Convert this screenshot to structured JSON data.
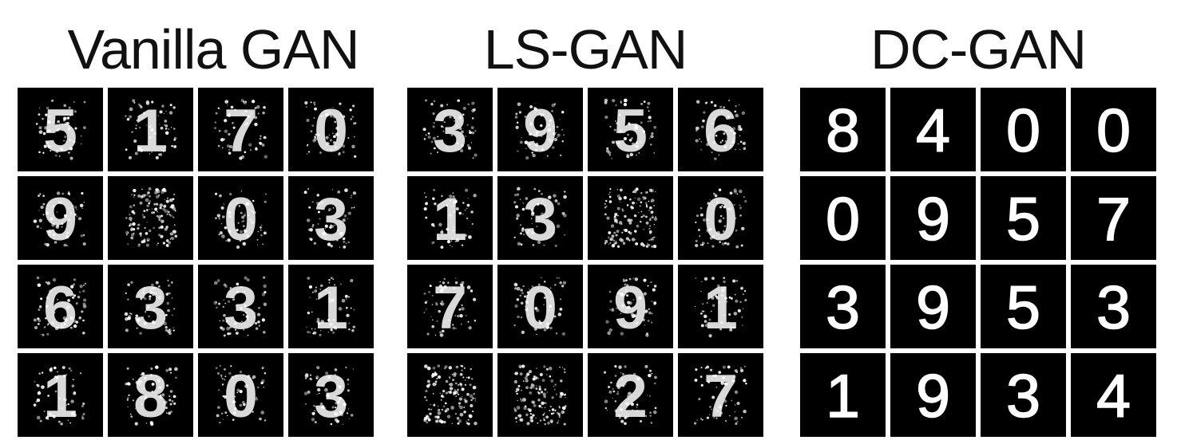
{
  "panels": [
    {
      "title": "Vanilla GAN",
      "style": "noisy",
      "samples": [
        "5",
        "1",
        "7",
        "0",
        "9",
        "",
        "0",
        "3",
        "6",
        "3",
        "3",
        "1",
        "1",
        "8",
        "0",
        "3"
      ]
    },
    {
      "title": "LS-GAN",
      "style": "noisy",
      "samples": [
        "3",
        "9",
        "5",
        "6",
        "1",
        "3",
        "",
        "0",
        "7",
        "0",
        "9",
        "1",
        "",
        "",
        "2",
        "7"
      ]
    },
    {
      "title": "DC-GAN",
      "style": "clean",
      "samples": [
        "8",
        "4",
        "0",
        "0",
        "0",
        "9",
        "5",
        "7",
        "3",
        "9",
        "5",
        "3",
        "1",
        "9",
        "3",
        "4"
      ]
    }
  ],
  "colors": {
    "tile_background": "#000000",
    "stroke": "#ffffff",
    "page_background": "#ffffff"
  }
}
